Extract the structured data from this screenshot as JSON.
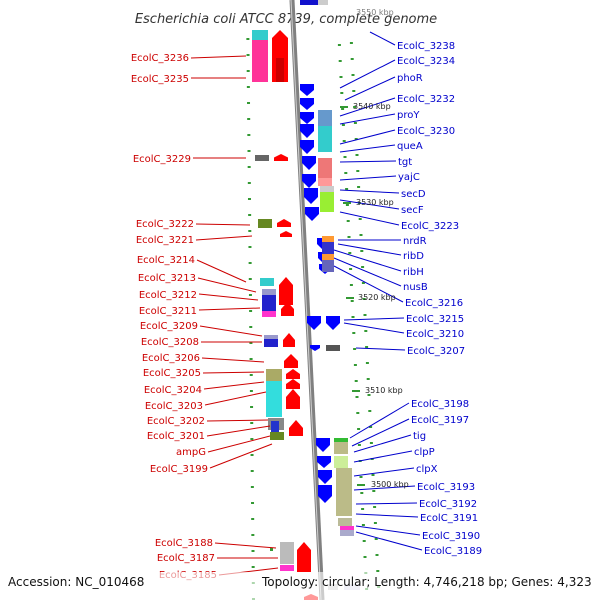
{
  "title": "Escherichia coli ATCC 8739, complete genome",
  "footer": {
    "accession": "Accession: NC_010468",
    "topology": "Topology: circular; Length: 4,746,218 bp; Genes: 4,323"
  },
  "colors": {
    "left_label": "#cc0000",
    "right_label": "#0000cc",
    "backbone": "#808080",
    "forward_arrow": "#ff0000",
    "reverse_arrow": "#0000ff",
    "tick_mark": "#339933"
  },
  "ticks": [
    "3540 kbp",
    "3530 kbp",
    "3520 kbp",
    "3510 kbp",
    "3500 kbp"
  ],
  "left_labels": [
    "EcolC_3236",
    "EcolC_3235",
    "EcolC_3229",
    "EcolC_3222",
    "EcolC_3221",
    "EcolC_3214",
    "EcolC_3213",
    "EcolC_3212",
    "EcolC_3211",
    "EcolC_3209",
    "EcolC_3208",
    "EcolC_3206",
    "EcolC_3205",
    "EcolC_3204",
    "EcolC_3203",
    "EcolC_3202",
    "EcolC_3201",
    "ampG",
    "EcolC_3199",
    "EcolC_3188",
    "EcolC_3187",
    "EcolC_3185"
  ],
  "right_labels": [
    "EcolC_3238",
    "EcolC_3234",
    "phoR",
    "EcolC_3232",
    "proY",
    "EcolC_3230",
    "queA",
    "tgt",
    "yajC",
    "secD",
    "secF",
    "EcolC_3223",
    "nrdR",
    "ribD",
    "ribH",
    "nusB",
    "EcolC_3216",
    "EcolC_3215",
    "EcolC_3210",
    "EcolC_3207",
    "EcolC_3198",
    "EcolC_3197",
    "tig",
    "clpP",
    "clpX",
    "EcolC_3193",
    "EcolC_3192",
    "EcolC_3191",
    "EcolC_3190",
    "EcolC_3189"
  ]
}
